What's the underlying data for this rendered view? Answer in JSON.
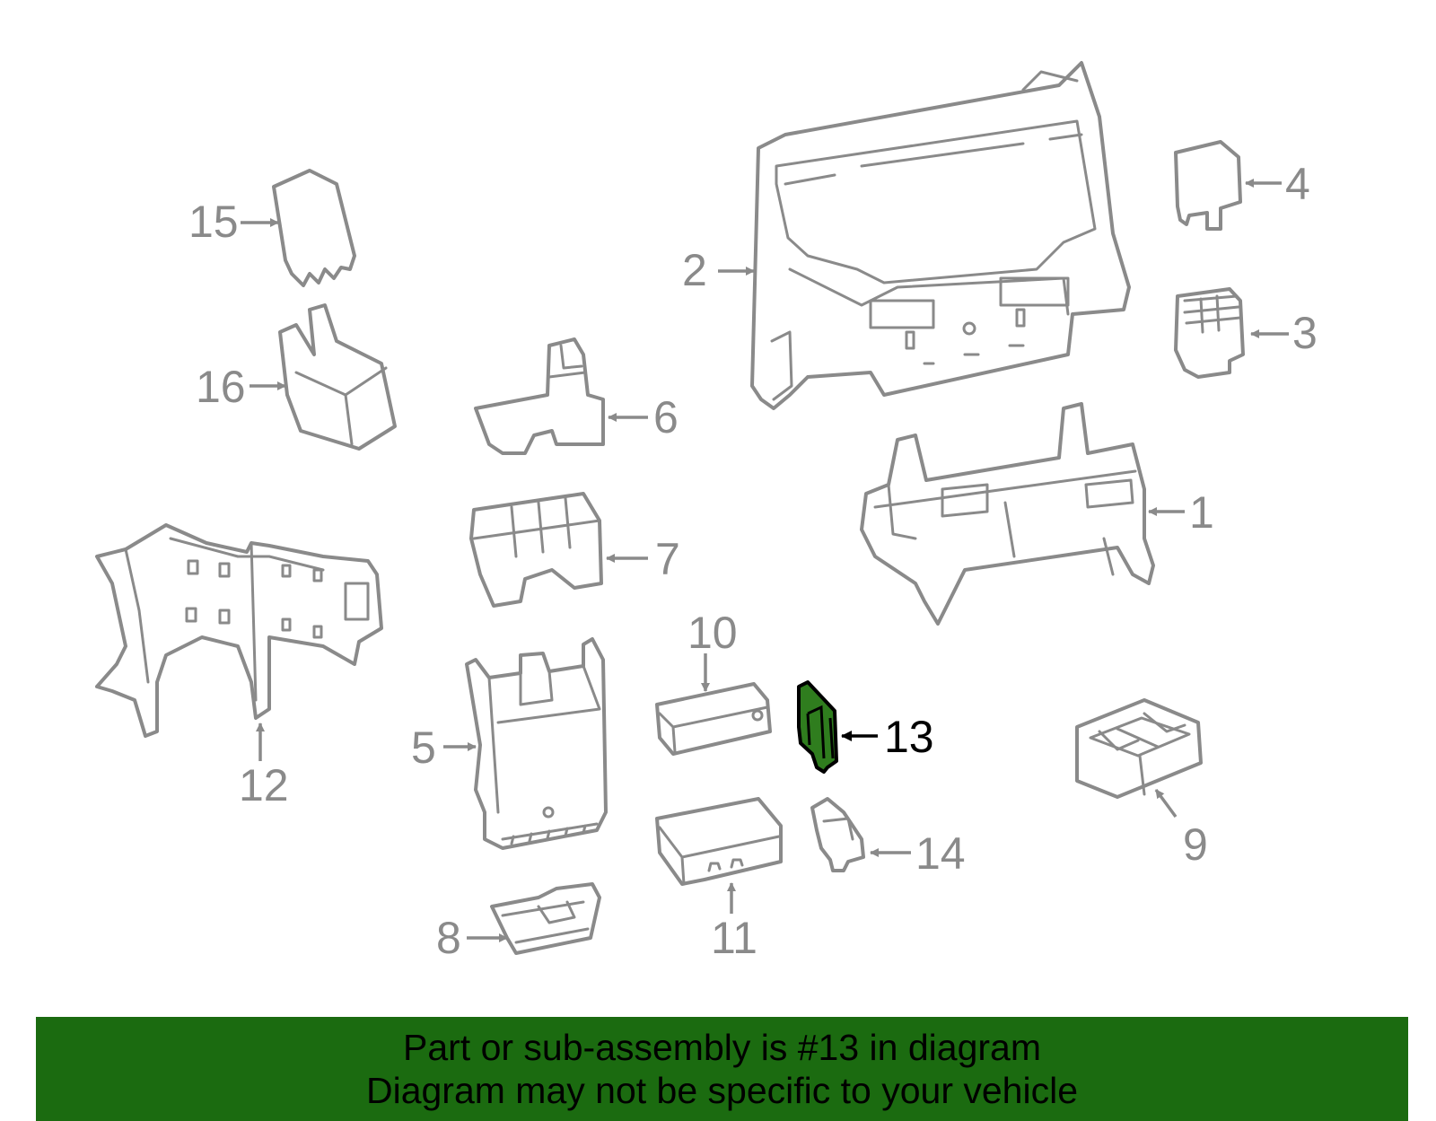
{
  "banner": {
    "line1": "Part or sub-assembly is #13 in diagram",
    "line2": "Diagram may not be specific to your vehicle",
    "color": "#1b6b10"
  },
  "highlight_color": "#2f7d1e",
  "callouts": {
    "c1": "1",
    "c2": "2",
    "c3": "3",
    "c4": "4",
    "c5": "5",
    "c6": "6",
    "c7": "7",
    "c8": "8",
    "c9": "9",
    "c10": "10",
    "c11": "11",
    "c12": "12",
    "c13": "13",
    "c14": "14",
    "c15": "15",
    "c16": "16"
  },
  "highlighted_part": "13"
}
